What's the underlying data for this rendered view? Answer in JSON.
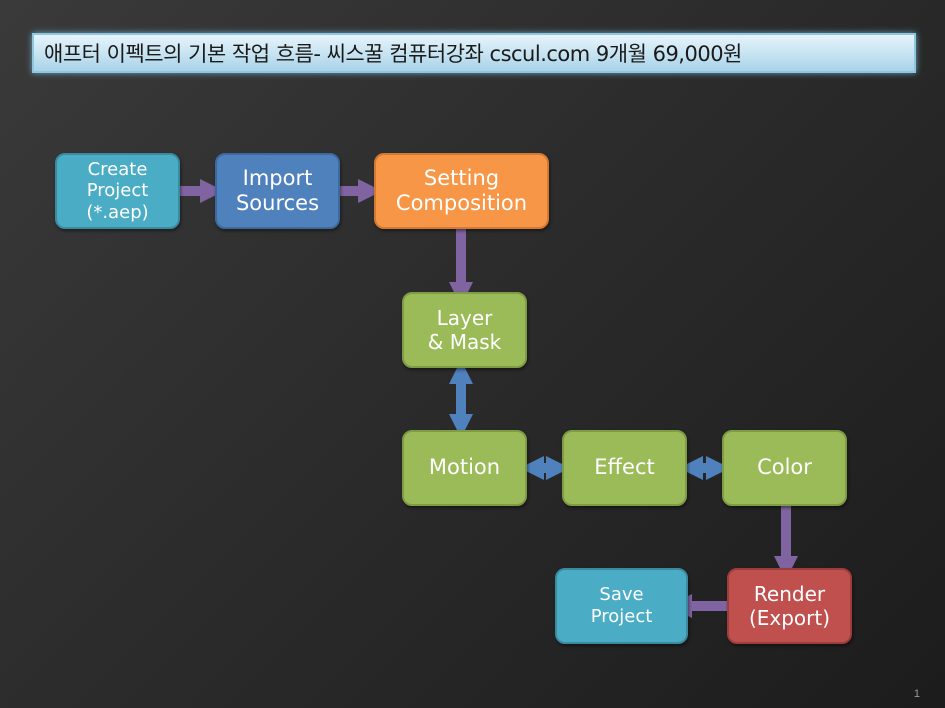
{
  "title": "애프터 이펙트의 기본 작업 흐름- 씨스꿀 컴퓨터강좌 cscul.com  9개월 69,000원",
  "nodes": {
    "create_project": "Create\nProject\n(*.aep)",
    "import_sources": "Import\nSources",
    "setting_composition": "Setting\nComposition",
    "layer_mask": "Layer\n& Mask",
    "motion": "Motion",
    "effect": "Effect",
    "color": "Color",
    "render_export": "Render\n(Export)",
    "save_project": "Save\nProject"
  },
  "colors": {
    "teal": "#4bacc6",
    "blue": "#4f81bd",
    "orange": "#f79646",
    "green": "#9bbb59",
    "red": "#c0504d",
    "arrow_purple": "#8064a2",
    "arrow_blue": "#4f81bd"
  },
  "page_number": "1"
}
